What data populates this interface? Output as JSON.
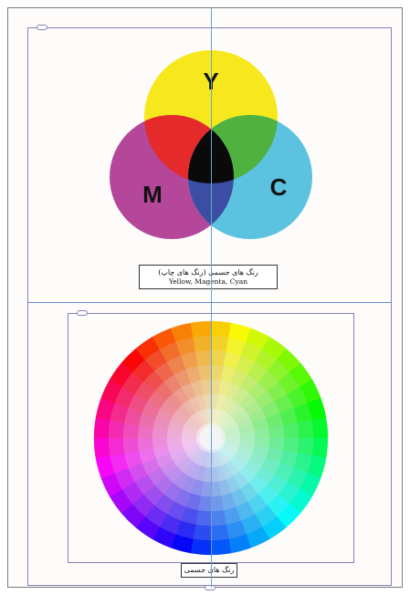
{
  "venn": {
    "labels": {
      "top": "Y",
      "left": "M",
      "right": "C"
    },
    "colors": {
      "yellow": "#f6e81c",
      "magenta": "#b5479a",
      "cyan": "#5bc3df",
      "red": "#e42a2a",
      "green": "#4fb13e",
      "blue": "#3c4ea3",
      "black": "#0a0a0a"
    },
    "caption": {
      "line1": "رنگ های جسمی (رنگ های چاپ)",
      "line2": "Yellow, Magenta, Cyan"
    }
  },
  "wheel": {
    "hue_start": 50,
    "rings": 8,
    "segments": 36,
    "caption": "رنگ های جسمی"
  }
}
